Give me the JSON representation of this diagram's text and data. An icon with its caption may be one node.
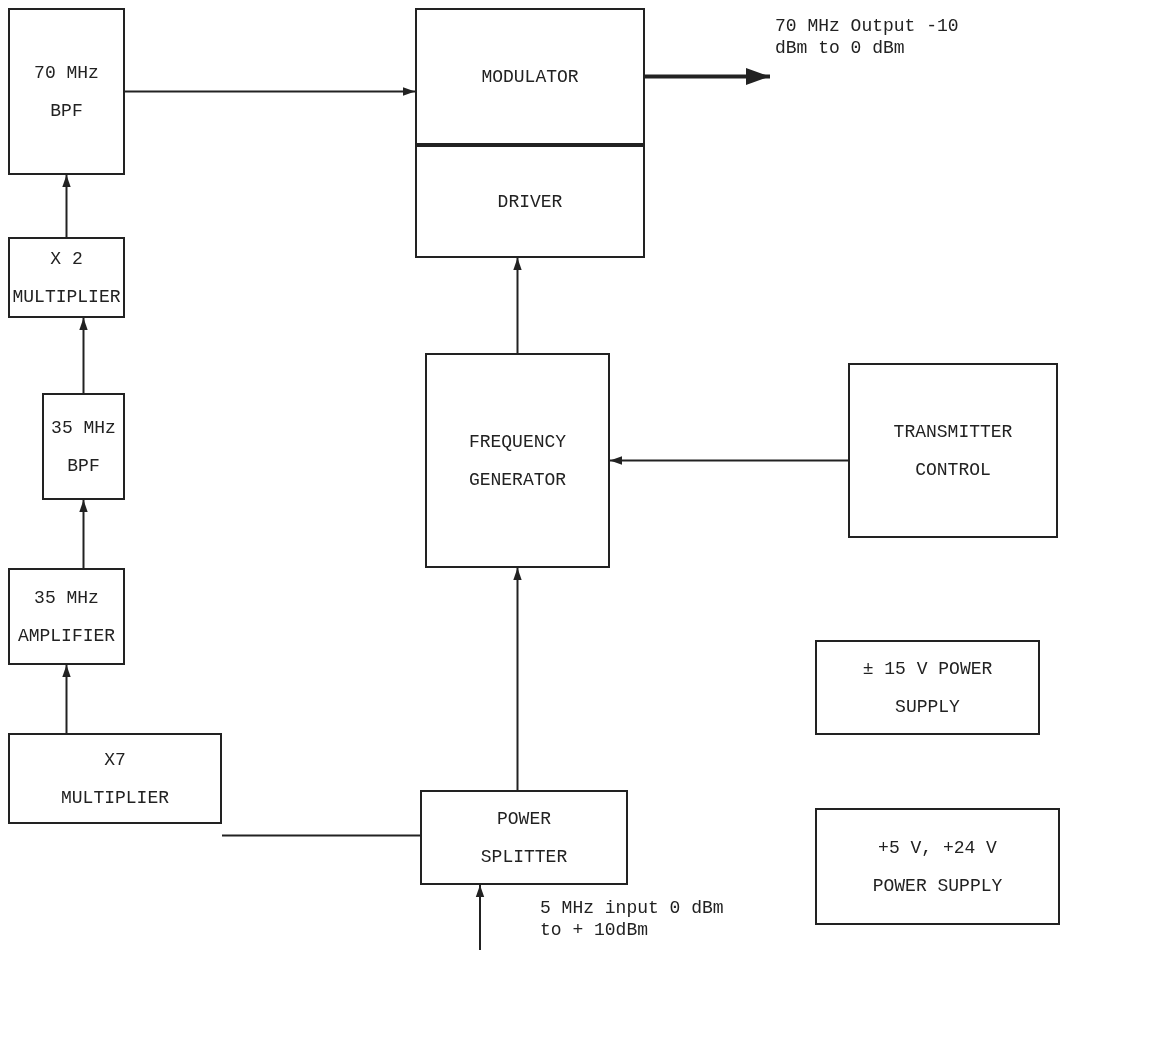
{
  "diagram": {
    "nodes": [
      {
        "text": [
          "70 MHz BPF"
        ]
      },
      {
        "text": [
          "MODULATOR"
        ]
      },
      {
        "text": [
          "DRIVER"
        ]
      },
      {
        "text": [
          "X 2 MULTIPLIER"
        ]
      },
      {
        "text": [
          "35 MHz BPF"
        ]
      },
      {
        "text": [
          "35 MHz AMPLIFIER"
        ]
      },
      {
        "text": [
          "X7 MULTIPLIER"
        ]
      },
      {
        "text": [
          "FREQUENCY GENERATOR"
        ]
      },
      {
        "text": [
          "TRANSMITTER CONTROL"
        ]
      },
      {
        "text": [
          "± 15 V POWER SUPPLY"
        ]
      },
      {
        "text": [
          "+5 V, +24 V POWER SUPPLY"
        ]
      },
      {
        "text": [
          "POWER SPLITTER"
        ]
      },
      {
        "text": [
          "70 MHz Output -10 dBm to 0 dBm"
        ]
      }
    ],
    "edges": [
      {
        "from": 0,
        "to": 1,
        "arrow": "to"
      },
      {
        "from": 1,
        "to": 12,
        "arrow": "to",
        "style": "thick"
      },
      {
        "from": 3,
        "to": 0,
        "arrow": "to"
      },
      {
        "from": 4,
        "to": 3,
        "arrow": "to"
      },
      {
        "from": 5,
        "to": 4,
        "arrow": "to"
      },
      {
        "from": 6,
        "to": 5,
        "arrow": "to"
      },
      {
        "from": 6,
        "to": 11,
        "arrow": "none"
      },
      {
        "from": 11,
        "to": 7,
        "arrow": "to"
      },
      {
        "from": 7,
        "to": 2,
        "arrow": "to"
      },
      {
        "from": 8,
        "to": 7,
        "arrow": "to"
      },
      {
        "from": null,
        "to": 11,
        "arrow": "to",
        "label": "5 MHz input 0 dBm to + 10dBm"
      }
    ]
  }
}
